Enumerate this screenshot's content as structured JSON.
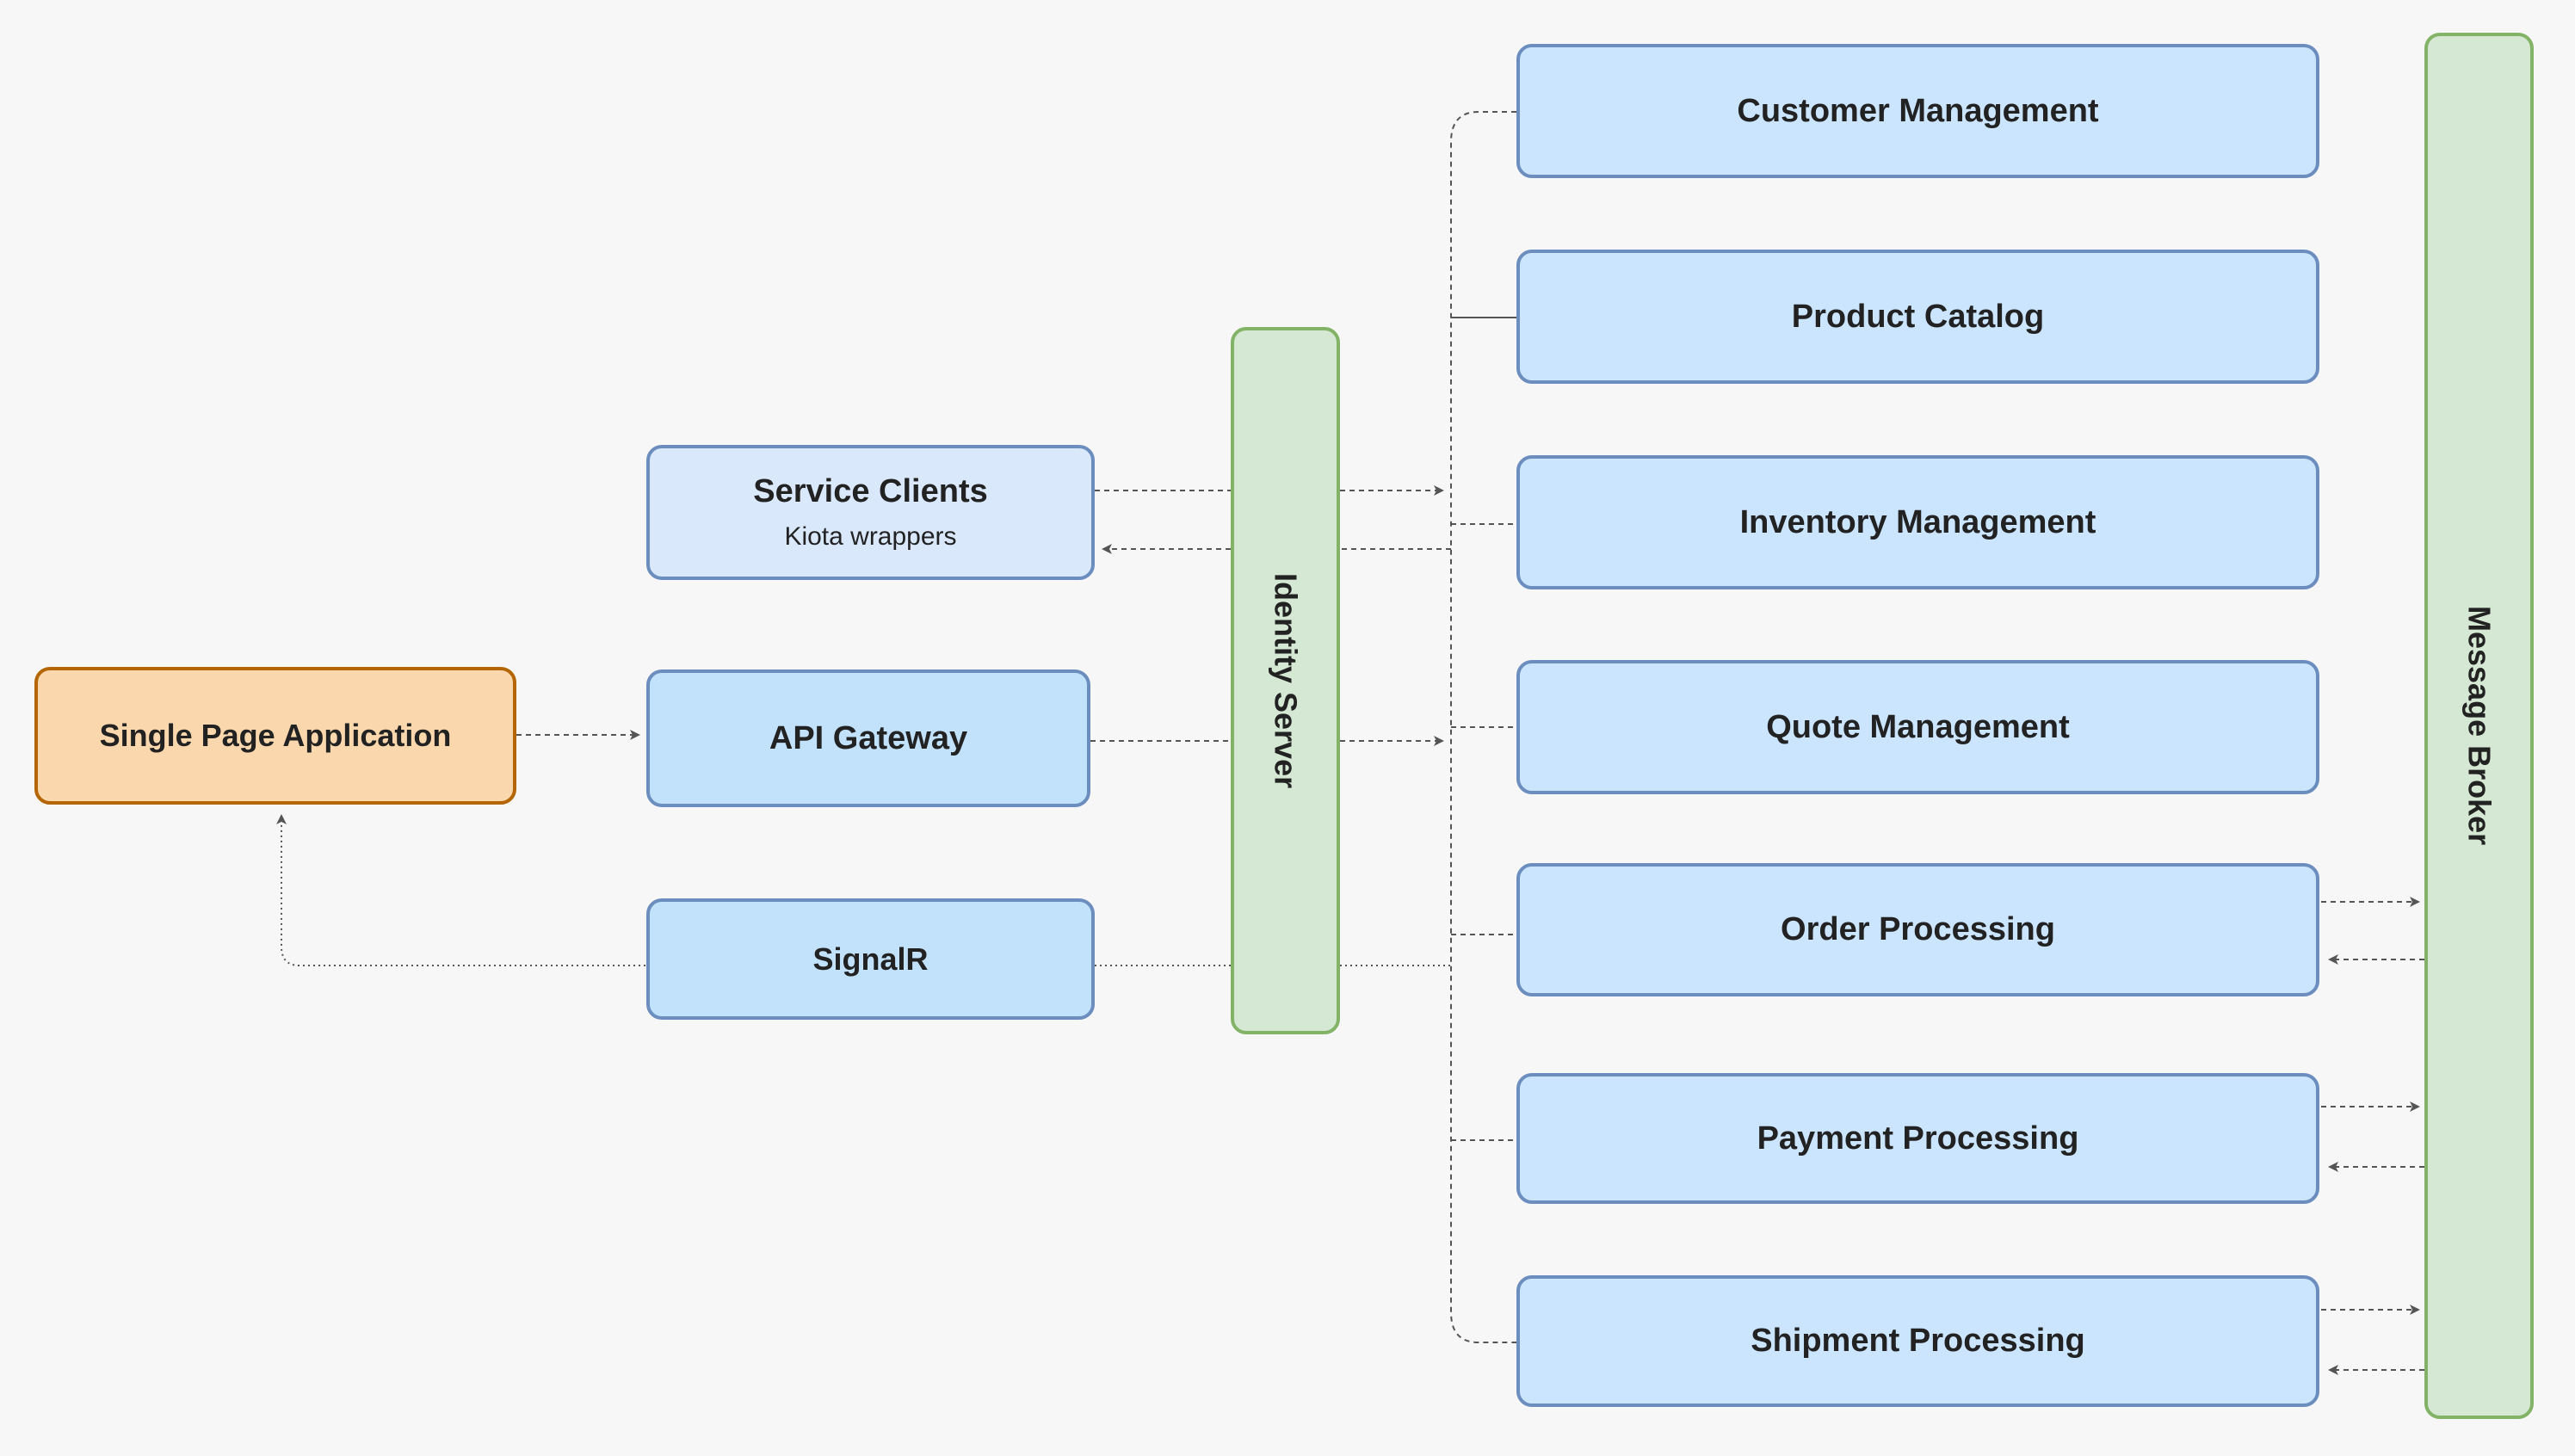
{
  "nodes": {
    "spa": "Single Page Application",
    "service_clients": {
      "title": "Service Clients",
      "subtitle": "Kiota wrappers"
    },
    "api_gateway": "API Gateway",
    "signalr": "SignalR",
    "identity_server": "Identity Server",
    "message_broker": "Message Broker",
    "services": [
      "Customer Management",
      "Product Catalog",
      "Inventory Management",
      "Quote Management",
      "Order Processing",
      "Payment Processing",
      "Shipment Processing"
    ]
  },
  "colors": {
    "background": "#f7f7f7",
    "service_fill": "#cce5ff",
    "service_stroke": "#6c8ebf",
    "spa_fill": "#fad7ac",
    "spa_stroke": "#b46504",
    "green_fill": "#d5e8d4",
    "green_stroke": "#82b366",
    "connector": "#555555"
  }
}
